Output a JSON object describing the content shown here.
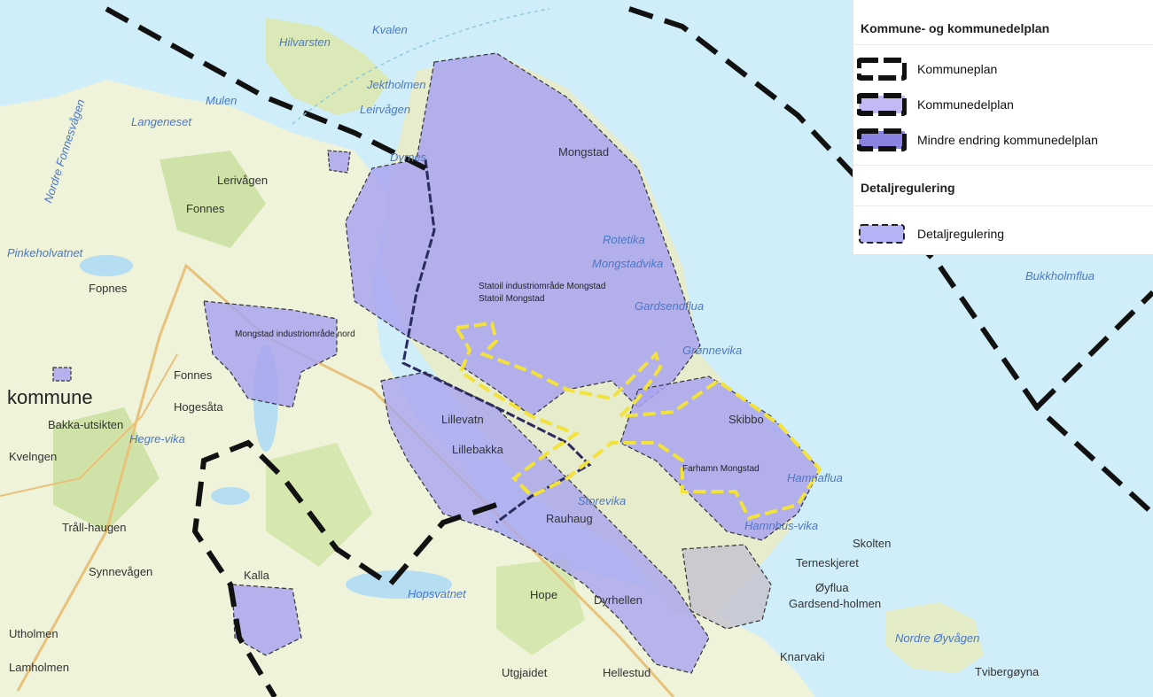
{
  "legend": {
    "section1_title": "Kommune- og kommunedelplan",
    "items1": [
      {
        "label": "Kommuneplan",
        "fill": "#ffffff"
      },
      {
        "label": "Kommunedelplan",
        "fill": "#c3baf5"
      },
      {
        "label": "Mindre endring kommunedelplan",
        "fill": "#8a83e0"
      }
    ],
    "section2_title": "Detaljregulering",
    "items2": [
      {
        "label": "Detaljregulering",
        "fill": "#b6b2f6"
      }
    ]
  },
  "colors": {
    "sea": "#cfeefa",
    "land": "#eef3d9",
    "forest": "#cfe3a8",
    "zone_fill": "#a9a4ef",
    "zone_dark": "#8a83e0",
    "dashed_highlight": "#f2e23a",
    "plan_border": "#111111"
  },
  "map": {
    "water_labels": [
      "Kvalen",
      "Hilvarsten",
      "Jektholmen",
      "Leirvågen",
      "Mulen",
      "Langeneset",
      "Nordre Fonnesvågen",
      "Pinkeholvatnet",
      "Rotetika",
      "Mongstadvika",
      "Gardsendflua",
      "Grønnevika",
      "Bukkholmflua",
      "Hegre-vika",
      "Storevika",
      "Hopsvatnet",
      "Nordre Øyvågen",
      "Skolten",
      "Terneskjeret",
      "Øyflua",
      "Gardsend-holmen",
      "Tvibergøyna",
      "Hamnaflua",
      "Hamnhus-vika",
      "Dyrnes"
    ],
    "land_labels": [
      "Mongstad",
      "Fonnes",
      "Fopnes",
      "Lerivågen",
      "Fonnes",
      "Hogesåta",
      "Bakka-utsikten",
      "Tråll-haugen",
      "Synnevågen",
      "Kalla",
      "Lillevatn",
      "Lillebakka",
      "Hope",
      "Dyrhellen",
      "Utgjaidet",
      "Hellestud",
      "Knarvaki",
      "Skibbo",
      "Lamholmen",
      "Utholmen",
      "Kvelngen",
      "Rauhaug"
    ],
    "municipality_label": "kommune",
    "zone_labels": [
      "Statoil industriområde Mongstad",
      "Mongstad industriområde nord",
      "Farhamn Mongstad",
      "Statoil Mongstad"
    ]
  }
}
